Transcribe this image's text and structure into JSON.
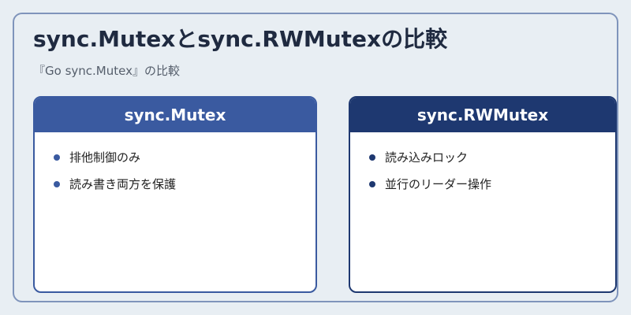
{
  "title": "sync.Mutexとsync.RWMutexの比較",
  "subtitle": "『Go sync.Mutex』の比較",
  "cards": [
    {
      "heading": "sync.Mutex",
      "items": [
        "排他制御のみ",
        "読み書き両方を保護"
      ]
    },
    {
      "heading": "sync.RWMutex",
      "items": [
        "読み込みロック",
        "並行のリーダー操作"
      ]
    }
  ],
  "colors": {
    "mutex_header": "#3a5aa0",
    "rwmutex_header": "#1e3870",
    "background": "#e8eef3",
    "frame_border": "#7f94bb"
  }
}
